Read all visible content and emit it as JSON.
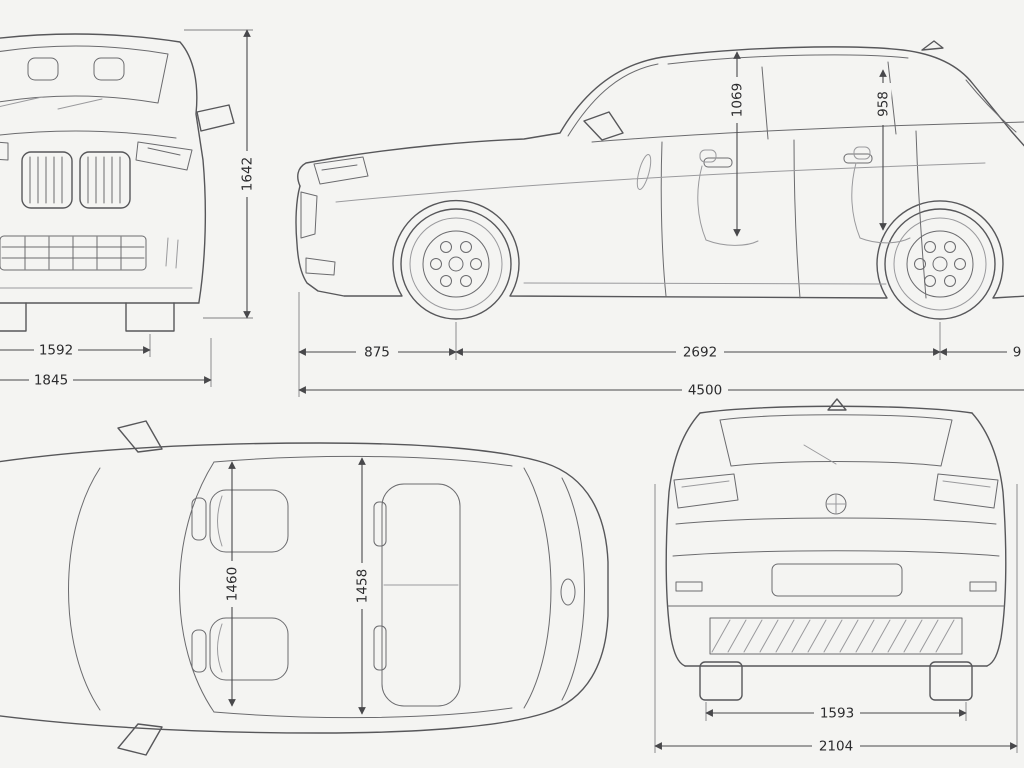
{
  "diagram": {
    "background": "#f4f4f2",
    "line_color": "#57575a",
    "dimension_color": "#48484b",
    "front_view": {
      "overall_height": "1642",
      "track_width": "1592",
      "overall_width": "1845"
    },
    "side_view": {
      "front_headroom": "1069",
      "rear_headroom": "958",
      "front_overhang": "875",
      "wheelbase": "2692",
      "overall_length": "4500",
      "rear_overhang_cropped": "9"
    },
    "top_view": {
      "front_interior_width": "1460",
      "rear_interior_width": "1458"
    },
    "rear_view": {
      "rear_track_width": "1593",
      "overall_width_with_mirrors": "2104"
    }
  }
}
